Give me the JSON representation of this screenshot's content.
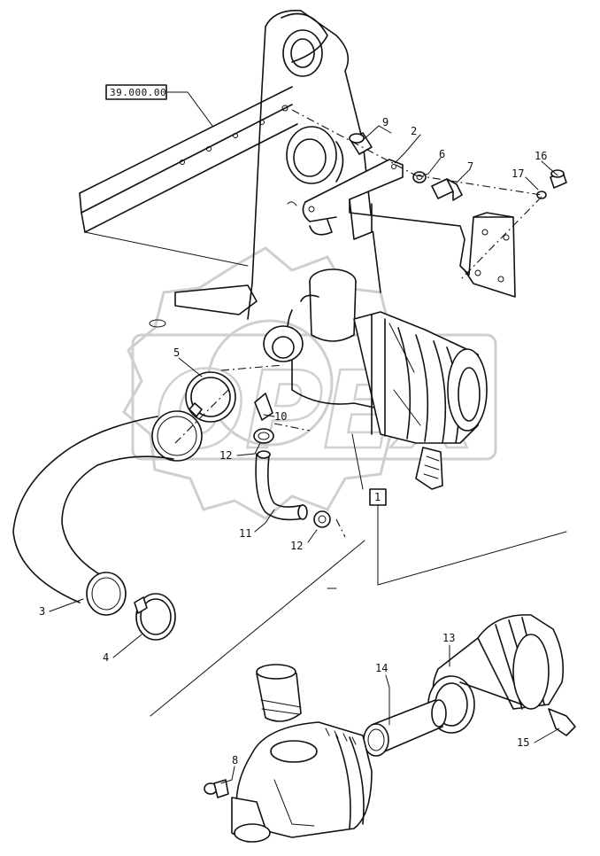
{
  "reference": {
    "label": "39.000.00"
  },
  "assembly_box": {
    "label": "1"
  },
  "callouts": [
    {
      "id": "c2",
      "text": "2"
    },
    {
      "id": "c3",
      "text": "3"
    },
    {
      "id": "c4",
      "text": "4"
    },
    {
      "id": "c5",
      "text": "5"
    },
    {
      "id": "c6",
      "text": "6"
    },
    {
      "id": "c7",
      "text": "7"
    },
    {
      "id": "c8",
      "text": "8"
    },
    {
      "id": "c9",
      "text": "9"
    },
    {
      "id": "c10",
      "text": "10"
    },
    {
      "id": "c11",
      "text": "11"
    },
    {
      "id": "c12a",
      "text": "12"
    },
    {
      "id": "c12b",
      "text": "12"
    },
    {
      "id": "c13",
      "text": "13"
    },
    {
      "id": "c14",
      "text": "14"
    },
    {
      "id": "c15",
      "text": "15"
    },
    {
      "id": "c16",
      "text": "16"
    },
    {
      "id": "c17",
      "text": "17"
    }
  ],
  "watermark": {
    "text": "OPEX"
  }
}
